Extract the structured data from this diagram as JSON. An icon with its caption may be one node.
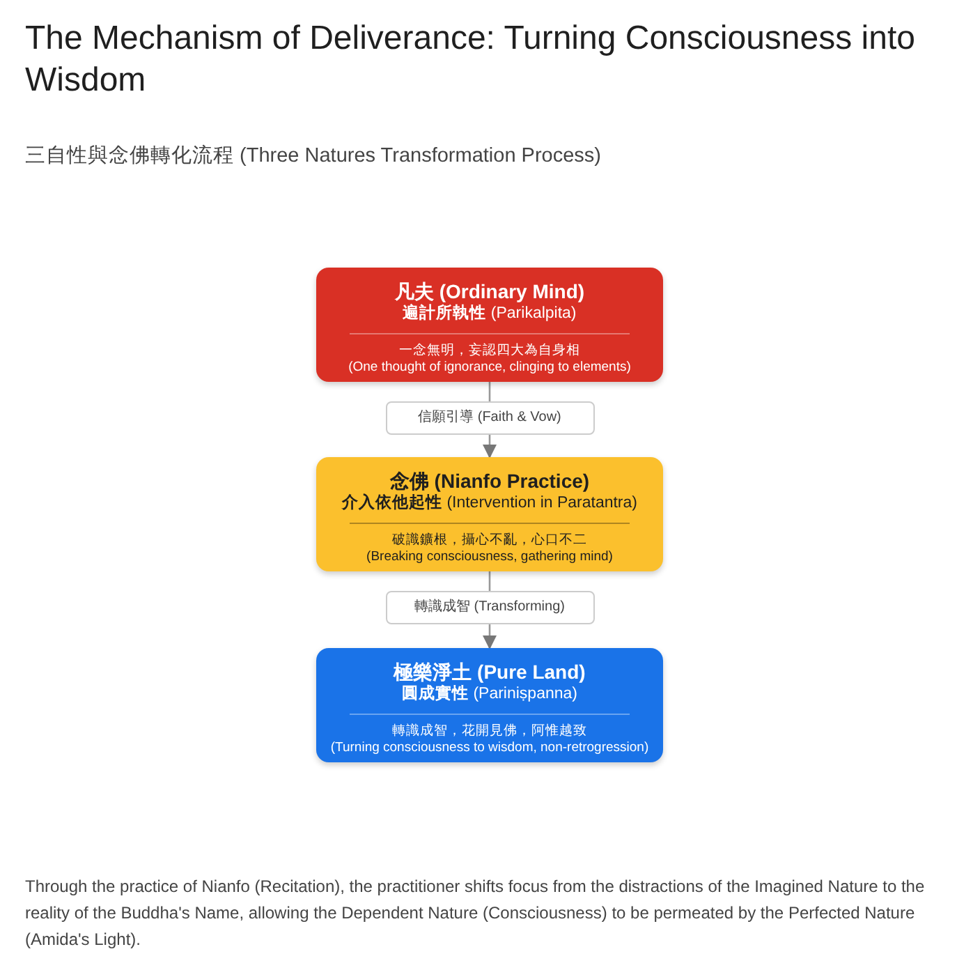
{
  "diagram": {
    "title": "The Mechanism of Deliverance: Turning Consciousness into Wisdom",
    "caption": "Through the practice of Nianfo (Recitation), the practitioner shifts focus from the distractions of the Imagined Nature to the reality of the Buddha's Name, allowing the Dependent Nature (Consciousness) to be permeated by the Perfected Nature (Amida's Light).",
    "labels": [
      "三自性與念佛轉化流程 (Three Natures Transformation Process)"
    ],
    "nodes": [
      {
        "text": [
          "凡夫 (Ordinary Mind)",
          "**遍計所執性** (Parikalpita)",
          "一念無明，妄認四大為自身相",
          "(One thought of ignorance, clinging to elements)"
        ]
      },
      {
        "text": [
          "念佛 (Nianfo Practice)",
          "**介入依他起性** (Intervention in Paratantra)",
          "破識鑛根，攝心不亂，心口不二",
          "(Breaking consciousness, gathering mind)"
        ]
      },
      {
        "text": [
          "極樂淨土 (Pure Land)",
          "**圓成實性** (Pariniṣpanna)",
          "轉識成智，花開見佛，阿惟越致",
          "(Turning consciousness to wisdom, non-retrogression)"
        ]
      }
    ],
    "edges": [
      {
        "from": 0,
        "to": 1,
        "arrow": "to",
        "label": "信願引導 (Faith & Vow)"
      },
      {
        "from": 1,
        "to": 2,
        "arrow": "to",
        "label": "轉識成智 (Transforming)"
      }
    ]
  }
}
